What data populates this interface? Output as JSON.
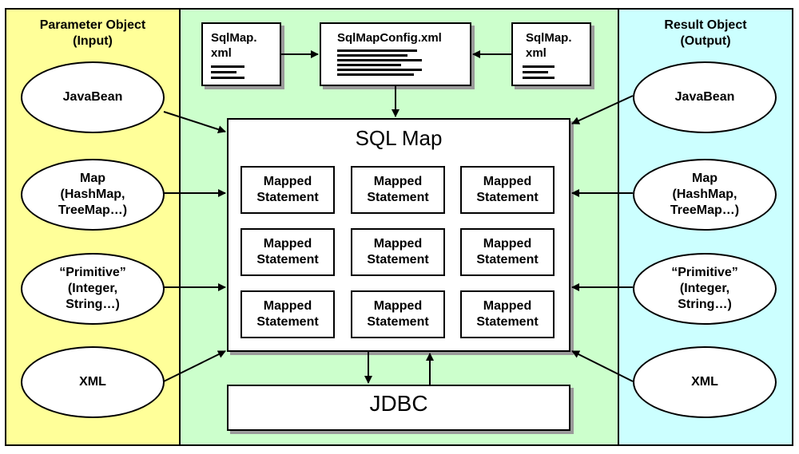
{
  "colors": {
    "input_panel": "#ffff99",
    "center_panel": "#ccffcc",
    "output_panel": "#ccffff",
    "shadow": "#9a9a9a"
  },
  "input_panel": {
    "title_line1": "Parameter Object",
    "title_line2": "(Input)",
    "items": [
      {
        "lines": [
          "JavaBean"
        ]
      },
      {
        "lines": [
          "Map",
          "(HashMap,",
          "TreeMap…)"
        ]
      },
      {
        "lines": [
          "“Primitive”",
          "(Integer,",
          "String…)"
        ]
      },
      {
        "lines": [
          "XML"
        ]
      }
    ]
  },
  "output_panel": {
    "title_line1": "Result Object",
    "title_line2": "(Output)",
    "items": [
      {
        "lines": [
          "JavaBean"
        ]
      },
      {
        "lines": [
          "Map",
          "(HashMap,",
          "TreeMap…)"
        ]
      },
      {
        "lines": [
          "“Primitive”",
          "(Integer,",
          "String…)"
        ]
      },
      {
        "lines": [
          "XML"
        ]
      }
    ]
  },
  "config": {
    "left_file": [
      "SqlMap.",
      "xml"
    ],
    "main_file": "SqlMapConfig.xml",
    "right_file": [
      "SqlMap.",
      "xml"
    ]
  },
  "sqlmap": {
    "title": "SQL Map",
    "statements": [
      [
        "Mapped",
        "Statement"
      ],
      [
        "Mapped",
        "Statement"
      ],
      [
        "Mapped",
        "Statement"
      ],
      [
        "Mapped",
        "Statement"
      ],
      [
        "Mapped",
        "Statement"
      ],
      [
        "Mapped",
        "Statement"
      ],
      [
        "Mapped",
        "Statement"
      ],
      [
        "Mapped",
        "Statement"
      ],
      [
        "Mapped",
        "Statement"
      ]
    ]
  },
  "jdbc": {
    "label": "JDBC"
  }
}
